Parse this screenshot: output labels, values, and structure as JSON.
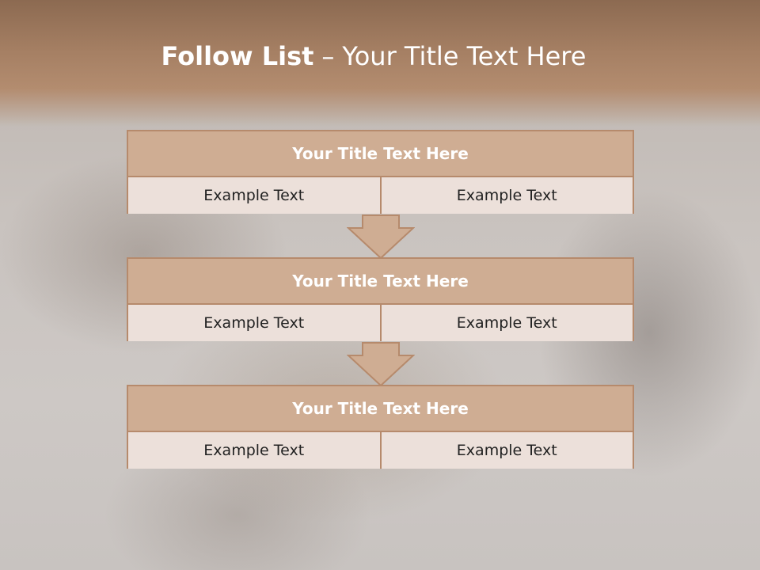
{
  "slide": {
    "title_bold": "Follow List",
    "title_separator": "–",
    "title_rest": "Your Title Text Here"
  },
  "blocks": [
    {
      "heading": "Your Title Text Here",
      "left": "Example Text",
      "right": "Example Text"
    },
    {
      "heading": "Your Title Text Here",
      "left": "Example Text",
      "right": "Example Text"
    },
    {
      "heading": "Your Title Text Here",
      "left": "Example Text",
      "right": "Example Text"
    }
  ],
  "colors": {
    "header": "#a57f63",
    "box_heading_fill": "#cfad93",
    "box_cell_fill": "#ece0da",
    "box_border": "#b68a6c"
  }
}
